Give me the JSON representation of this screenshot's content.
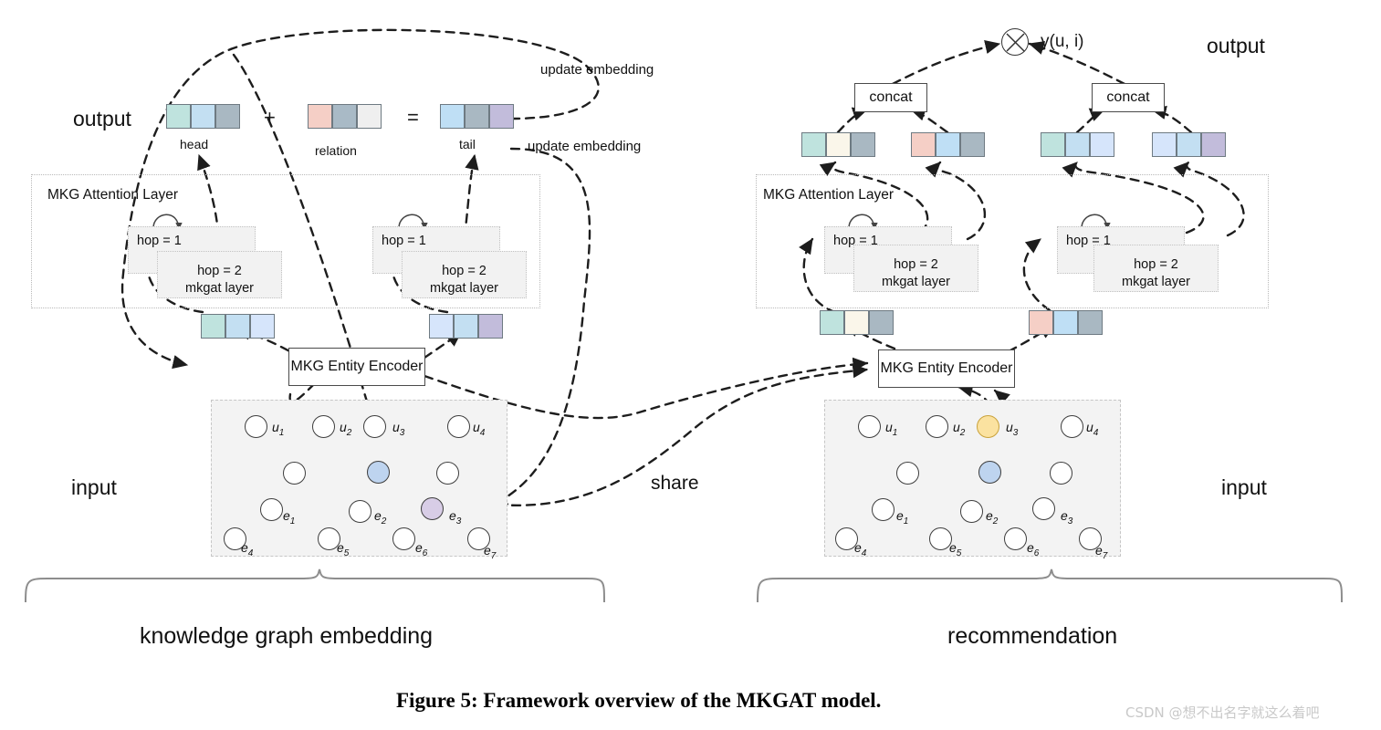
{
  "figure": {
    "caption": "Figure 5: Framework overview of the MKGAT model.",
    "watermark": "CSDN @想不出名字就这么着吧"
  },
  "labels": {
    "output_left": "output",
    "output_right": "output",
    "input_left": "input",
    "input_right": "input",
    "share": "share",
    "section_left": "knowledge graph embedding",
    "section_right": "recommendation",
    "update_embedding_1": "update embedding",
    "update_embedding_2": "update embedding",
    "score": "y(u, i)"
  },
  "kge": {
    "equation": {
      "plus": "+",
      "equals": "=",
      "head_label": "head",
      "relation_label": "relation",
      "tail_label": "tail",
      "head_colors": [
        "#bfe3de",
        "#c3dff2",
        "#a9b8c2"
      ],
      "relation_colors": [
        "#f5cfc6",
        "#a9bac6",
        "#efefef"
      ],
      "tail_colors": [
        "#bfdff5",
        "#a9b8c2",
        "#c2bcdb"
      ]
    },
    "attention_layer": {
      "title": "MKG Attention Layer",
      "hop1_label": "hop = 1",
      "hop2_label": "hop = 2\nmkgat layer",
      "hop2_line1": "hop = 2",
      "hop2_line2": "mkgat layer"
    },
    "encoder_label": "MKG Entity Encoder",
    "entity_vectors": [
      {
        "name": "head-entity-vector",
        "colors": [
          "#bfe3de",
          "#c3dff2",
          "#d6e5fb"
        ]
      },
      {
        "name": "tail-entity-vector",
        "colors": [
          "#d6e5fb",
          "#c3dff2",
          "#c2bcdb"
        ]
      }
    ]
  },
  "rec": {
    "concat_label_1": "concat",
    "concat_label_2": "concat",
    "attention_layer": {
      "title": "MKG Attention Layer",
      "hop1_label": "hop = 1",
      "hop2_line1": "hop = 2",
      "hop2_line2": "mkgat layer"
    },
    "encoder_label": "MKG Entity Encoder",
    "top_vectors": [
      {
        "name": "user-embedding-vector",
        "colors": [
          "#bfe3de",
          "#faf6ea",
          "#a9b8c2"
        ]
      },
      {
        "name": "item-relation-vector",
        "colors": [
          "#f5cfc6",
          "#bfdff5",
          "#a9b8c2"
        ]
      },
      {
        "name": "user-kg-vector",
        "colors": [
          "#bfe3de",
          "#c3dff2",
          "#d6e5fb"
        ]
      },
      {
        "name": "item-kg-vector",
        "colors": [
          "#d6e5fb",
          "#c3dff2",
          "#c2bcdb"
        ]
      }
    ],
    "mid_vectors": [
      {
        "name": "user-encoder-vector",
        "colors": [
          "#bfe3de",
          "#faf6ea",
          "#a9b8c2"
        ]
      },
      {
        "name": "item-encoder-vector",
        "colors": [
          "#f5cfc6",
          "#bfdff5",
          "#a9b8c2"
        ]
      }
    ]
  },
  "graph": {
    "user_nodes": [
      "u1",
      "u2",
      "u3",
      "u4"
    ],
    "entity_nodes": [
      "e1",
      "e2",
      "e3",
      "e4",
      "e5",
      "e6",
      "e7"
    ],
    "left_highlight": {
      "blue_node": "#bed4ef",
      "purple_node": "#d8cde6"
    },
    "right_highlight": {
      "yellow_node": "#fbe2a0",
      "blue_node": "#bed4ef"
    }
  },
  "colors": {
    "panel_bg": "#f3f3f3",
    "hop_bg": "#f2f2f2",
    "dashed_border": "#c6c6c6",
    "stroke": "#333333"
  }
}
